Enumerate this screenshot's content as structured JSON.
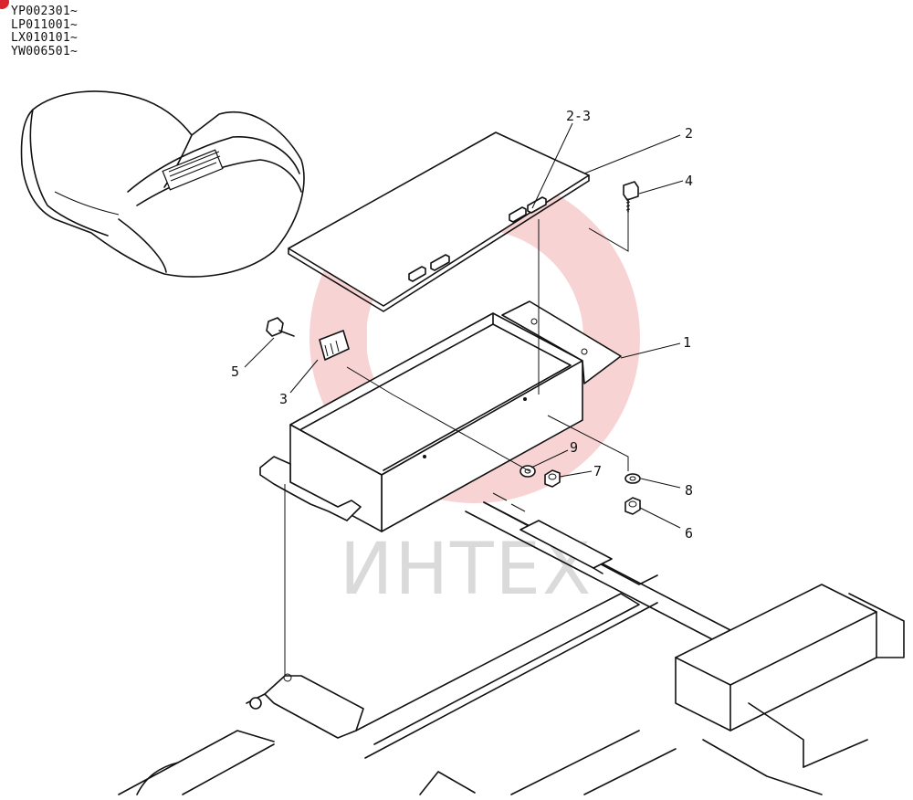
{
  "serial_ranges": [
    "YP002301~",
    "LP011001~",
    "LX010101~",
    "YW006501~"
  ],
  "callouts": {
    "c1": "1",
    "c2": "2",
    "c2_3": "2-3",
    "c3": "3",
    "c4": "4",
    "c5": "5",
    "c6": "6",
    "c7": "7",
    "c8": "8",
    "c9": "9"
  },
  "watermark": {
    "text": "ИНТЕХ",
    "gear_color": "#f0a0a0",
    "text_color": "#bcbcbc"
  },
  "colors": {
    "line": "#111111",
    "marker": "#d9232d"
  }
}
